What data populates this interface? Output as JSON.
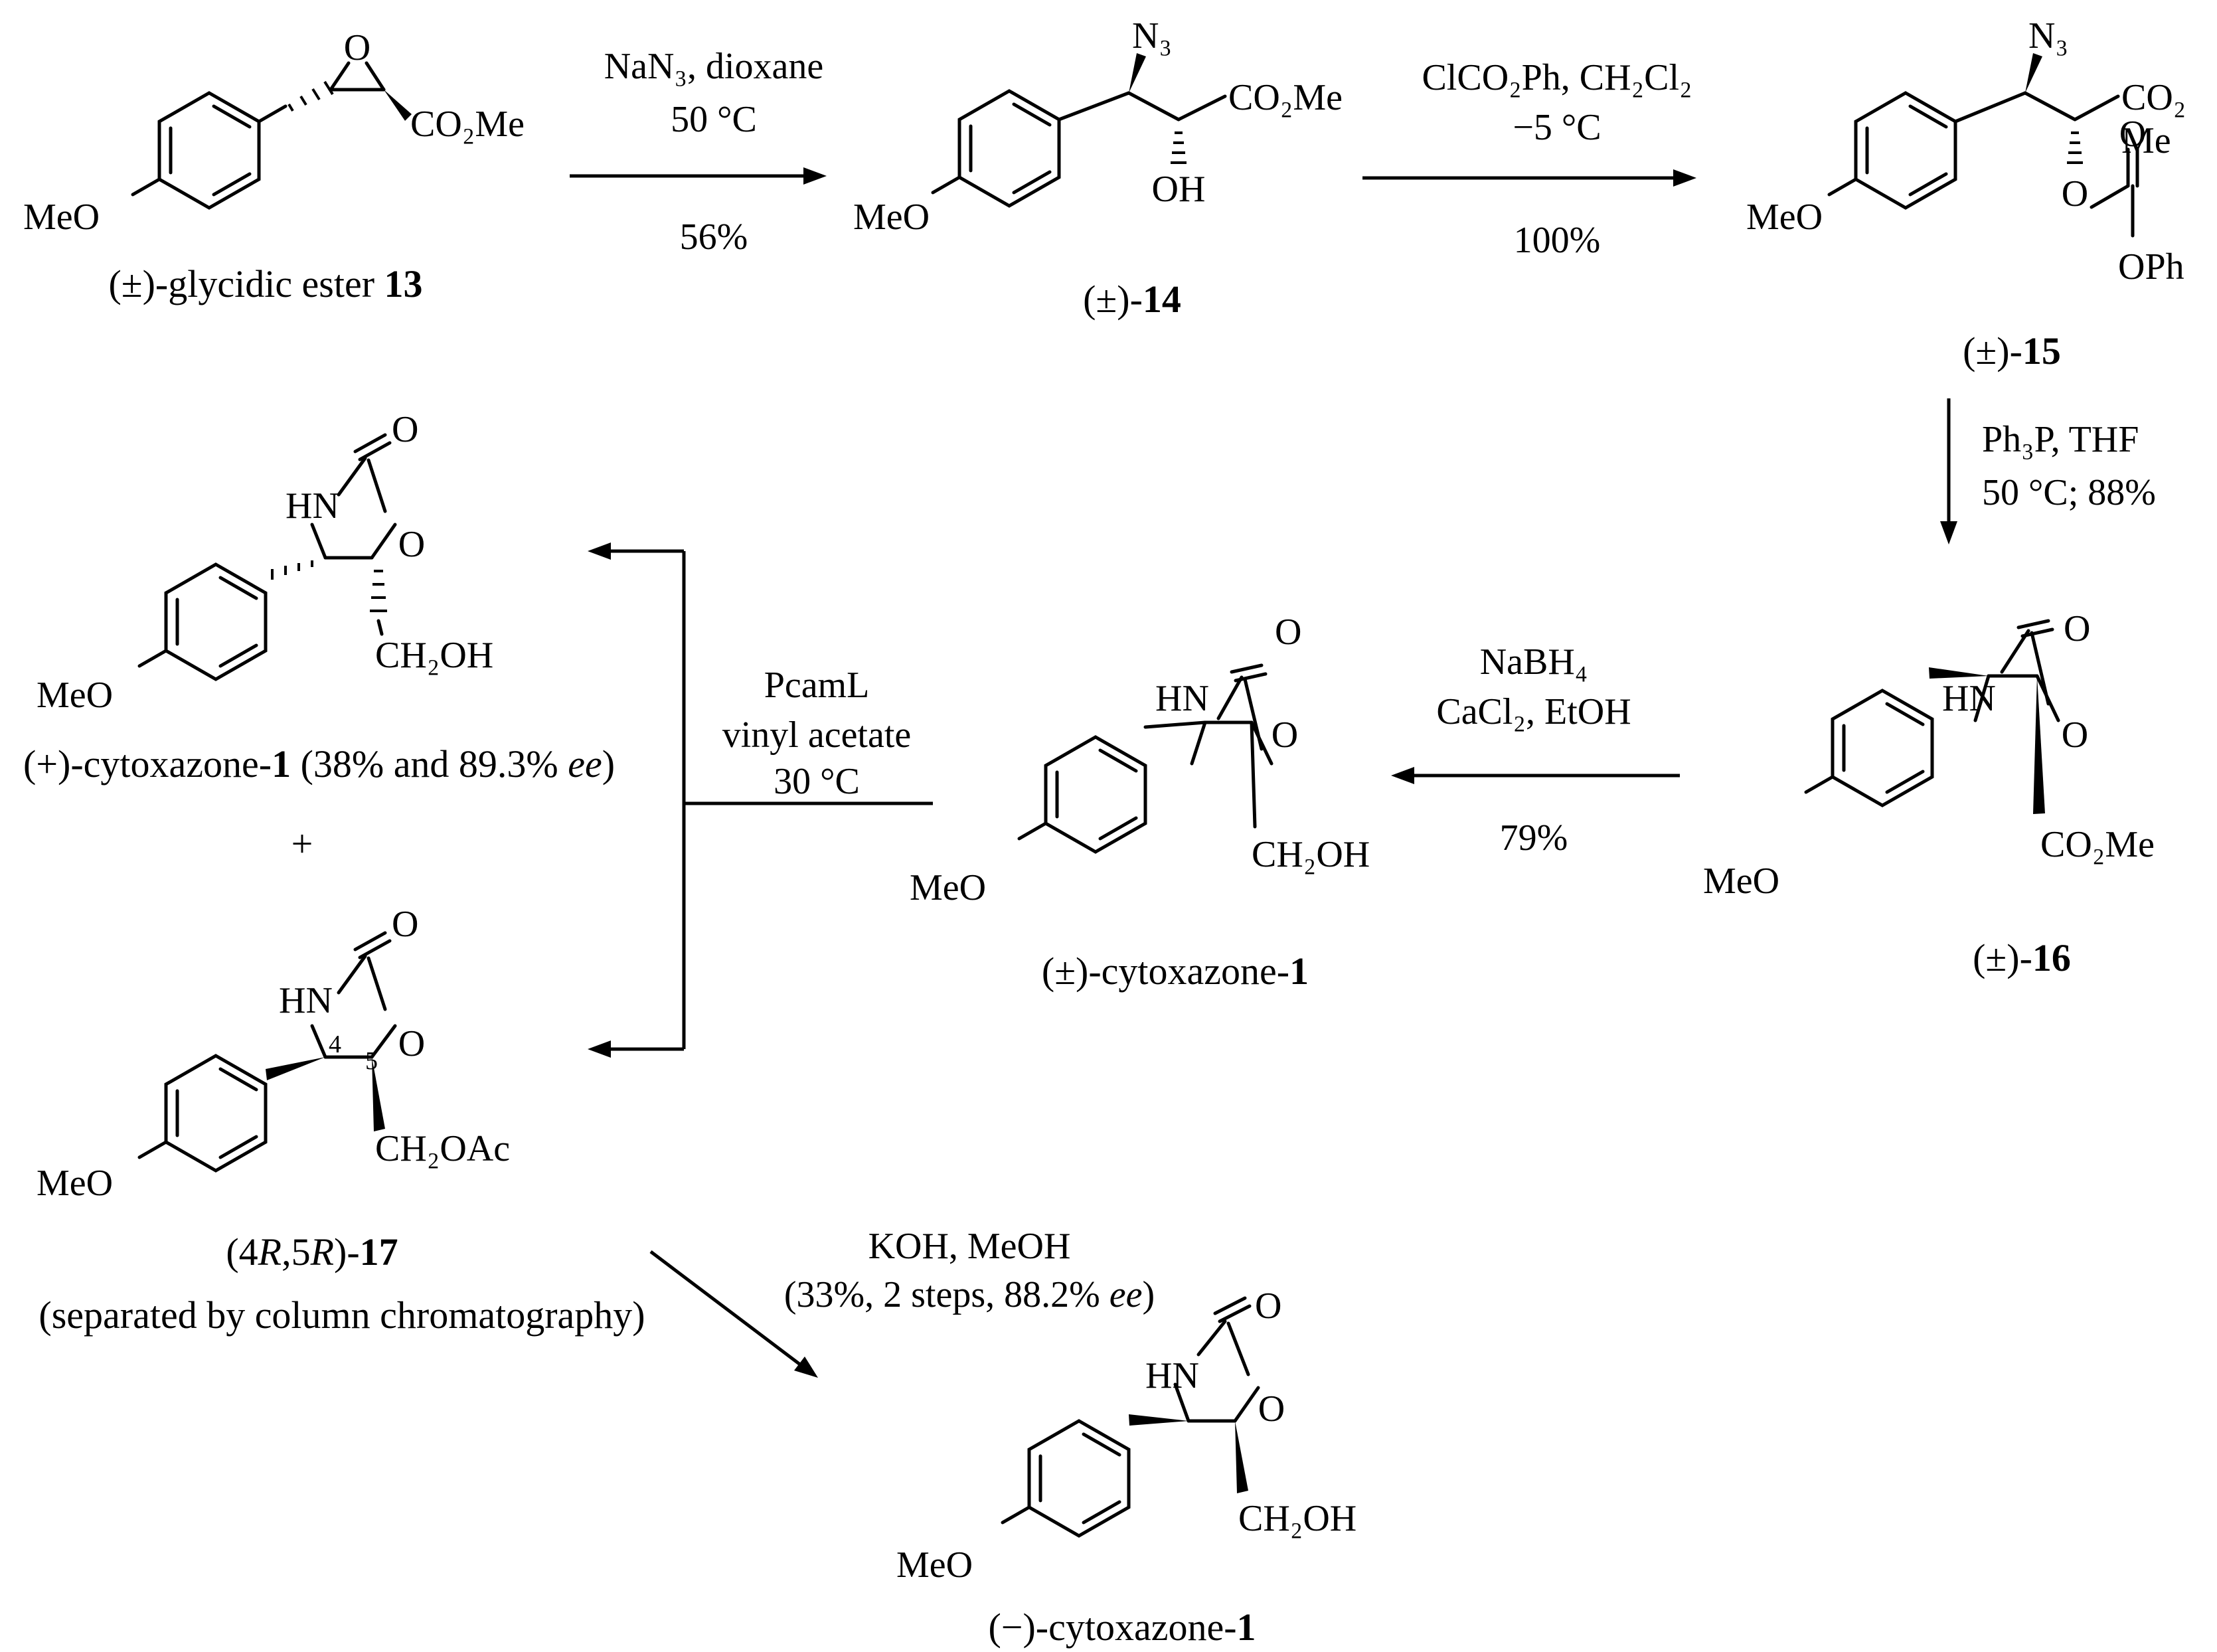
{
  "compounds": {
    "c13": {
      "atoms": {
        "o": "O",
        "ester": "CO₂Me",
        "meo": "MeO"
      },
      "label": {
        "prefix": "(±)-glycidic ester ",
        "num": "13"
      }
    },
    "c14": {
      "atoms": {
        "n3": "N₃",
        "ester": "CO₂Me",
        "oh": "OH",
        "meo": "MeO"
      },
      "label": {
        "prefix": "(±)-",
        "num": "14"
      }
    },
    "c15": {
      "atoms": {
        "n3": "N₃",
        "co2": "CO₂",
        "me": "Me",
        "o": "O",
        "o2": "O",
        "oph": "OPh",
        "meo": "MeO"
      },
      "label": {
        "prefix": "(±)-",
        "num": "15"
      }
    },
    "c16": {
      "atoms": {
        "o_carbonyl": "O",
        "hn": "HN",
        "o_ring": "O",
        "ester": "CO₂Me",
        "meo": "MeO"
      },
      "label": {
        "prefix": "(±)-",
        "num": "16"
      }
    },
    "rac1": {
      "atoms": {
        "o_carbonyl": "O",
        "hn": "HN",
        "o_ring": "O",
        "ch2oh": "CH₂OH",
        "meo": "MeO"
      },
      "label": {
        "prefix": "(±)-cytoxazone-",
        "num": "1"
      }
    },
    "plus1": {
      "atoms": {
        "o_carbonyl": "O",
        "hn": "HN",
        "o_ring": "O",
        "ch2oh": "CH₂OH",
        "meo": "MeO"
      },
      "label": {
        "prefix": "(+)-cytoxazone-",
        "num": "1",
        "detail_pre": " (38% and 89.3% ",
        "ee": "ee",
        "detail_post": ")"
      }
    },
    "c17": {
      "atoms": {
        "o_carbonyl": "O",
        "hn": "HN",
        "o_ring": "O",
        "ch2oac": "CH₂OAc",
        "meo": "MeO",
        "loc4": "4",
        "loc5": "5"
      },
      "label": {
        "p1": "(4",
        "r1": "R",
        "p2": ",5",
        "r2": "R",
        "p3": ")-",
        "num": "17"
      },
      "note": "(separated by column chromatography)"
    },
    "minus1": {
      "atoms": {
        "o_carbonyl": "O",
        "hn": "HN",
        "o_ring": "O",
        "ch2oh": "CH₂OH",
        "meo": "MeO"
      },
      "label": {
        "prefix": "(−)-cytoxazone-",
        "num": "1"
      }
    }
  },
  "plus_sign": "+",
  "steps": {
    "s1": {
      "line1": "NaN₃, dioxane",
      "line2": "50 °C",
      "yield": "56%"
    },
    "s2": {
      "line1": "ClCO₂Ph, CH₂Cl₂",
      "line2": "−5 °C",
      "yield": "100%"
    },
    "s3": {
      "line1": "Ph₃P, THF",
      "line2": "50 °C; 88%"
    },
    "s4": {
      "line1": "NaBH₄",
      "line2": "CaCl₂, EtOH",
      "yield": "79%"
    },
    "s5": {
      "line1": "PcamL",
      "line2": "vinyl acetate",
      "line3": "30 °C"
    },
    "s6": {
      "line1": "KOH, MeOH",
      "line2_pre": "(33%, 2 steps, 88.2% ",
      "ee": "ee",
      "line2_post": ")"
    }
  }
}
